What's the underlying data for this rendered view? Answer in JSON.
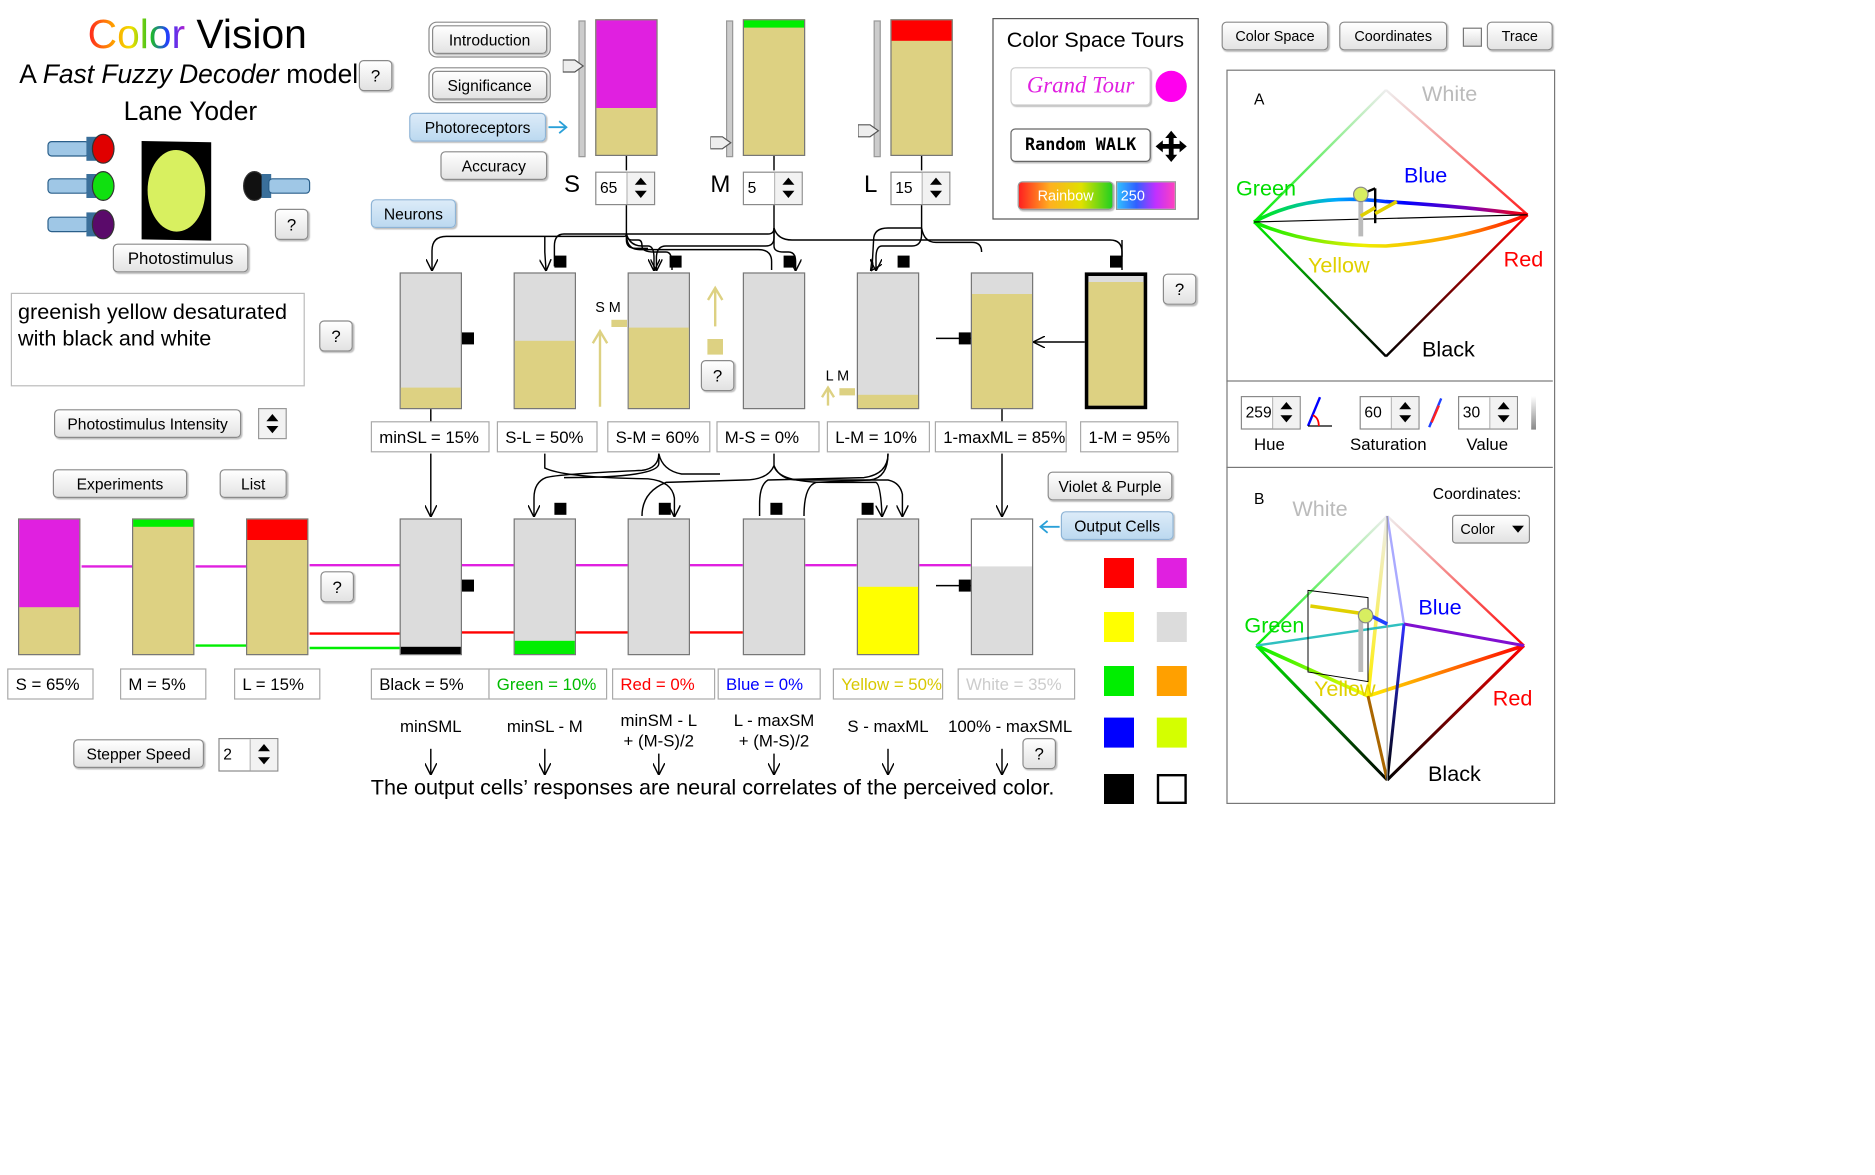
{
  "title": {
    "part1": "Color",
    "part2": " Vision",
    "subtitle_pre": "A ",
    "subtitle_em": "Fast Fuzzy Decoder",
    "subtitle_post": " model",
    "author": "Lane Yoder"
  },
  "buttons": {
    "help": "?",
    "photostimulus": "Photostimulus",
    "introduction": "Introduction",
    "significance": "Significance",
    "photoreceptors": "Photoreceptors",
    "accuracy": "Accuracy",
    "neurons": "Neurons",
    "photostimulus_intensity": "Photostimulus Intensity",
    "experiments": "Experiments",
    "list": "List",
    "stepper_speed": "Stepper Speed",
    "violet_purple": "Violet & Purple",
    "output_cells": "Output Cells",
    "color_space": "Color Space",
    "coordinates": "Coordinates",
    "trace": "Trace"
  },
  "description": "greenish yellow desaturated\nwith black and white",
  "stepper_speed_value": "2",
  "receptors": {
    "S": {
      "label": "S",
      "value": "65",
      "level": 0.65
    },
    "M": {
      "label": "M",
      "value": "5",
      "level": 0.05
    },
    "L": {
      "label": "L",
      "value": "15",
      "level": 0.15
    }
  },
  "tours": {
    "title": "Color Space Tours",
    "grand_tour": "Grand Tour",
    "random_walk": "Random WALK",
    "rainbow": "Rainbow",
    "rainbow_value": "250"
  },
  "neurons": [
    {
      "label": "minSL = 15%",
      "level": 0.15
    },
    {
      "label": "S-L = 50%",
      "level": 0.5
    },
    {
      "label": "S-M = 60%",
      "level": 0.6
    },
    {
      "label": "M-S = 0%",
      "level": 0.0
    },
    {
      "label": "L-M = 10%",
      "level": 0.1
    },
    {
      "label": "1-maxML = 85%",
      "level": 0.85
    },
    {
      "label": "1-M = 95%",
      "level": 0.95
    }
  ],
  "inline_labels": {
    "sm": "S M",
    "lm": "L M"
  },
  "inputs": [
    {
      "label": "S = 65%",
      "level": 0.65,
      "color": "#e020e0"
    },
    {
      "label": "M = 5%",
      "level": 0.05,
      "color": "#00ee00"
    },
    {
      "label": "L = 15%",
      "level": 0.15,
      "color": "#ff0000"
    }
  ],
  "outputs": [
    {
      "label": "Black = 5%",
      "level": 0.05,
      "color": "#000000",
      "text_color": "#000000",
      "formula": "minSML"
    },
    {
      "label": "Green = 10%",
      "level": 0.1,
      "color": "#00ee00",
      "text_color": "#00bb00",
      "formula": "minSL - M"
    },
    {
      "label": "Red = 0%",
      "level": 0.0,
      "color": "#ff0000",
      "text_color": "#ff0000",
      "formula": "minSM - L\n+ (M-S)/2"
    },
    {
      "label": "Blue = 0%",
      "level": 0.0,
      "color": "#0000ff",
      "text_color": "#0000ff",
      "formula": "L - maxSM\n+ (M-S)/2"
    },
    {
      "label": "Yellow = 50%",
      "level": 0.5,
      "color": "#ffff00",
      "text_color": "#d8c800",
      "formula": "S - maxML"
    },
    {
      "label": "White = 35%",
      "level": 0.35,
      "color": "#ffffff",
      "text_color": "#cccccc",
      "formula": "100% - maxSML"
    }
  ],
  "conclusion": "The output cells’ responses are neural correlates of the perceived color.",
  "swatches": [
    "#ff0000",
    "#e020e0",
    "#ffff00",
    "#dcdcdc",
    "#00ee00",
    "#ffa000",
    "#0000ff",
    "#d4ff00",
    "#000000",
    "#ffffff"
  ],
  "hsv": {
    "hue": {
      "label": "Hue",
      "value": "259"
    },
    "saturation": {
      "label": "Saturation",
      "value": "60"
    },
    "value": {
      "label": "Value",
      "value": "30"
    }
  },
  "panelA": {
    "tag": "A",
    "white": "White",
    "green": "Green",
    "blue": "Blue",
    "yellow": "Yellow",
    "red": "Red",
    "black": "Black"
  },
  "panelB": {
    "tag": "B",
    "coord_label": "Coordinates:",
    "coord_value": "Color",
    "white": "White",
    "green": "Green",
    "blue": "Blue",
    "yellow": "Yellow",
    "red": "Red",
    "black": "Black"
  },
  "colors": {
    "accent_blue": "#bcd9f0",
    "tan": "#ddd182",
    "cell_gray": "#dcdcdc"
  }
}
